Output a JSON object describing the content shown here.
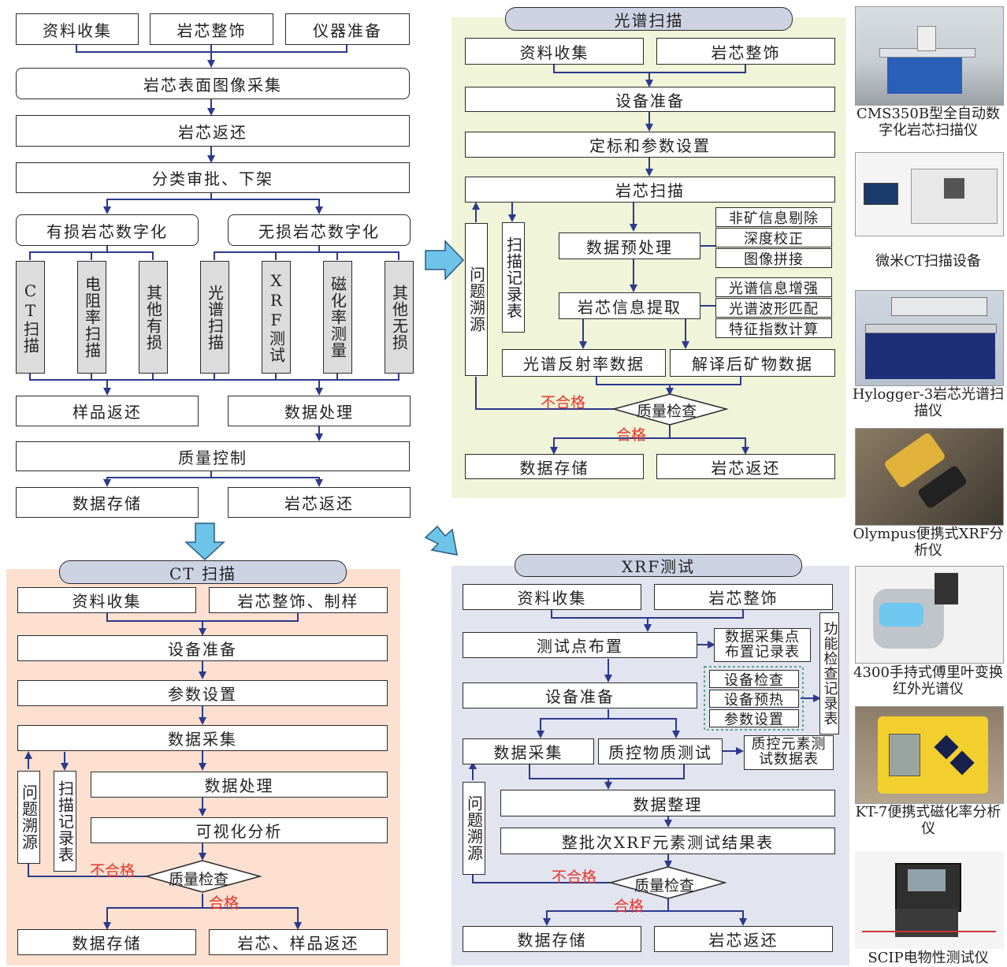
{
  "main": {
    "top_row": [
      "资料收集",
      "岩芯整饰",
      "仪器准备"
    ],
    "surface": "岩芯表面图像采集",
    "return1": "岩芯返还",
    "approve": "分类审批、下架",
    "destructive": "有损岩芯数字化",
    "nondestructive": "无损岩芯数字化",
    "methods": [
      "CT扫描",
      "电阻率扫描",
      "其他有损",
      "光谱扫描",
      "XRF测试",
      "磁化率测量",
      "其他无损"
    ],
    "sample_return": "样品返还",
    "data_processing": "数据处理",
    "quality_control": "质量控制",
    "storage": "数据存储",
    "core_return": "岩芯返还"
  },
  "spectral": {
    "title": "光谱扫描",
    "collect": "资料收集",
    "dress": "岩芯整饰",
    "equip": "设备准备",
    "calib": "定标和参数设置",
    "scan": "岩芯扫描",
    "trace": "问题溯源",
    "record": "扫描记录表",
    "preprocess": "数据预处理",
    "pre_items": [
      "非矿信息剔除",
      "深度校正",
      "图像拼接"
    ],
    "extract": "岩芯信息提取",
    "ext_items": [
      "光谱信息增强",
      "光谱波形匹配",
      "特征指数计算"
    ],
    "refl": "光谱反射率数据",
    "mineral": "解译后矿物数据",
    "check": "质量检查",
    "fail": "不合格",
    "pass": "合格",
    "storage": "数据存储",
    "return": "岩芯返还"
  },
  "ct": {
    "title": "CT 扫描",
    "collect": "资料收集",
    "dress": "岩芯整饰、制样",
    "equip": "设备准备",
    "param": "参数设置",
    "acquire": "数据采集",
    "trace": "问题溯源",
    "record": "扫描记录表",
    "process": "数据处理",
    "visual": "可视化分析",
    "check": "质量检查",
    "fail": "不合格",
    "pass": "合格",
    "storage": "数据存储",
    "return": "岩芯、样品返还"
  },
  "xrf": {
    "title": "XRF测试",
    "collect": "资料收集",
    "dress": "岩芯整饰",
    "layout": "测试点布置",
    "layout_rec": "数据采集点布置记录表",
    "equip": "设备准备",
    "eq_items": [
      "设备检查",
      "设备预热",
      "参数设置"
    ],
    "func_check": "功能检查记录表",
    "acquire": "数据采集",
    "qc_test": "质控物质测试",
    "qc_table": "质控元素测试数据表",
    "trace": "问题溯源",
    "organize": "数据整理",
    "result": "整批次XRF元素测试结果表",
    "check": "质量检查",
    "fail": "不合格",
    "pass": "合格",
    "storage": "数据存储",
    "return": "岩芯返还"
  },
  "photos": [
    {
      "icon": "core-scanner-photo",
      "caption": "CMS350B型全自动数字化岩芯扫描仪"
    },
    {
      "icon": "micro-ct-photo",
      "caption": "微米CT扫描设备"
    },
    {
      "icon": "hylogger-photo",
      "caption": "Hylogger-3岩芯光谱扫描仪"
    },
    {
      "icon": "olympus-xrf-photo",
      "caption": "Olympus便携式XRF分析仪"
    },
    {
      "icon": "ftir-photo",
      "caption": "4300手持式傅里叶变换红外光谱仪"
    },
    {
      "icon": "kt7-photo",
      "caption": "KT-7便携式磁化率分析仪"
    },
    {
      "icon": "scip-photo",
      "caption": "SCIP电物性测试仪"
    }
  ],
  "colors": {
    "spectral_bg": "#f0f4d8",
    "ct_bg": "#fde0cf",
    "xrf_bg": "#e2e4ef",
    "header_bg": "#cdd3e3",
    "arrow": "#2b3a8c",
    "fat_arrow": "#6ec4e8",
    "fail": "#e8352a"
  }
}
